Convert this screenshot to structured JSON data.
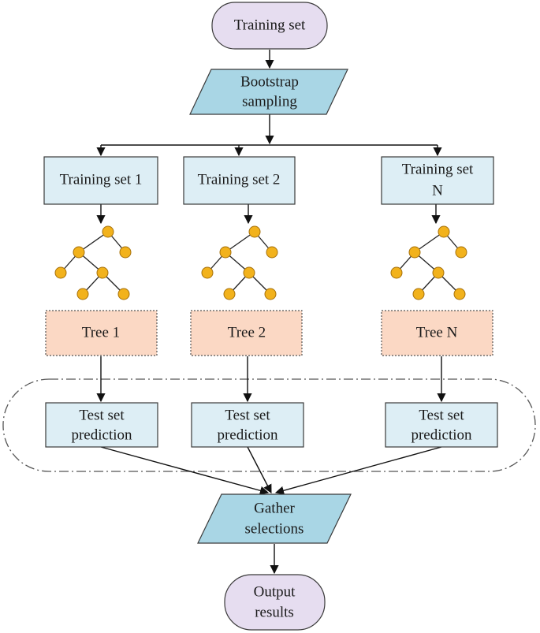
{
  "nodes": {
    "start": "Training set",
    "bootstrap": [
      "Bootstrap",
      "sampling"
    ],
    "subsets": [
      [
        "Training set 1"
      ],
      [
        "Training set 2"
      ],
      [
        "Training set",
        "N"
      ]
    ],
    "trees": [
      "Tree 1",
      "Tree 2",
      "Tree N"
    ],
    "predictions": [
      [
        "Test set",
        "prediction"
      ],
      [
        "Test set",
        "prediction"
      ],
      [
        "Test set",
        "prediction"
      ]
    ],
    "gather": [
      "Gather",
      "selections"
    ],
    "output": [
      "Output",
      "results"
    ]
  },
  "colors": {
    "terminal_fill": "#e6ddf0",
    "io_fill": "#a9d6e5",
    "process_fill": "#ddeef5",
    "tree_fill": "#fbd8c4",
    "tree_node": "#f2b21c"
  }
}
